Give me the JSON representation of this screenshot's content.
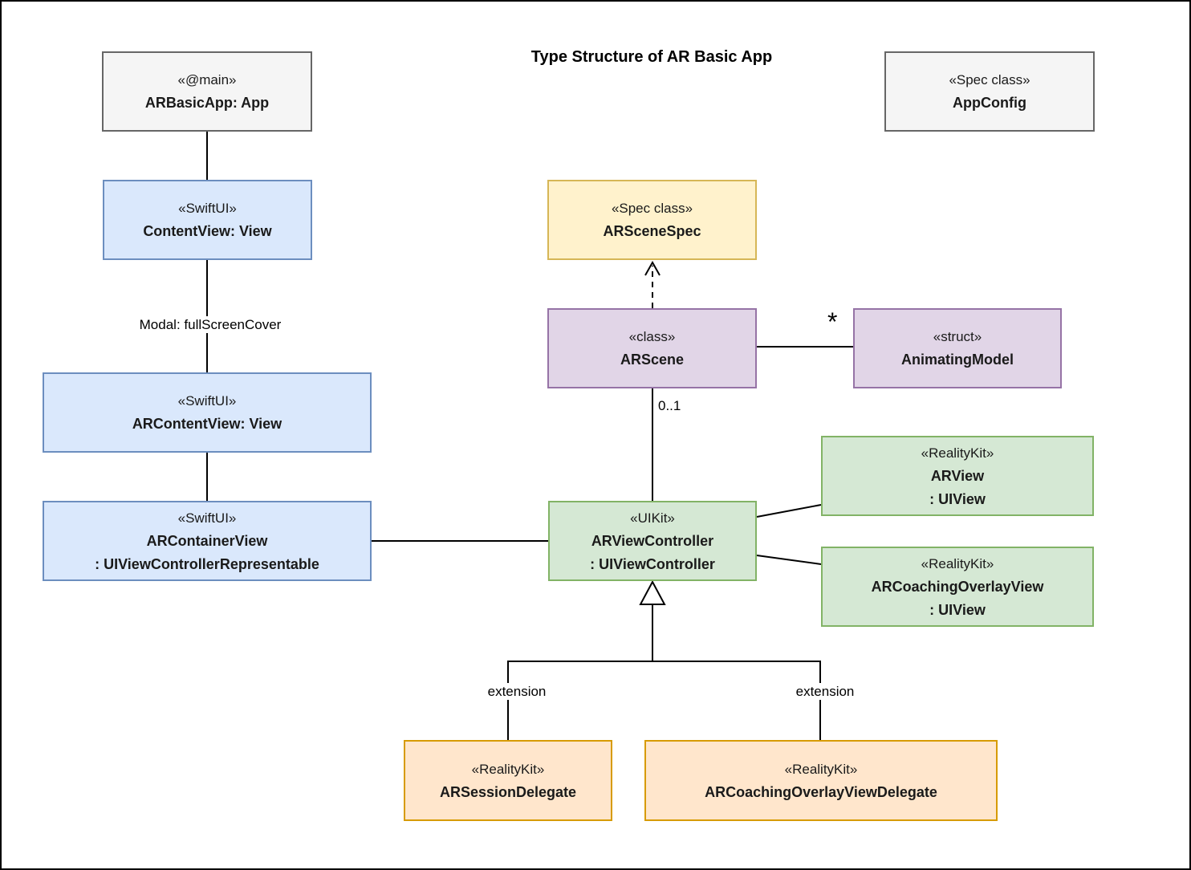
{
  "diagram": {
    "title": "Type Structure of AR Basic App",
    "themes": {
      "gray": {
        "fill": "#f5f5f5",
        "stroke": "#666666"
      },
      "blue": {
        "fill": "#dae8fc",
        "stroke": "#6c8ebf"
      },
      "yellow": {
        "fill": "#fff2cc",
        "stroke": "#d6b656"
      },
      "purple": {
        "fill": "#e1d5e7",
        "stroke": "#9673a6"
      },
      "green": {
        "fill": "#d5e8d4",
        "stroke": "#82b366"
      },
      "orange": {
        "fill": "#ffe6cc",
        "stroke": "#d79b00"
      },
      "line": {
        "stroke": "#000000"
      }
    },
    "nodes": {
      "ar_basic_app": {
        "stereotype": "«@main»",
        "name": "ARBasicApp: App"
      },
      "app_config": {
        "stereotype": "«Spec class»",
        "name": "AppConfig"
      },
      "content_view": {
        "stereotype": "«SwiftUI»",
        "name": "ContentView: View"
      },
      "ar_content_view": {
        "stereotype": "«SwiftUI»",
        "name": "ARContentView: View"
      },
      "ar_container_view": {
        "stereotype": "«SwiftUI»",
        "name": "ARContainerView",
        "conformance": ": UIViewControllerRepresentable"
      },
      "ar_scene_spec": {
        "stereotype": "«Spec class»",
        "name": "ARSceneSpec"
      },
      "ar_scene": {
        "stereotype": "«class»",
        "name": "ARScene"
      },
      "animating_model": {
        "stereotype": "«struct»",
        "name": "AnimatingModel"
      },
      "ar_view_controller": {
        "stereotype": "«UIKit»",
        "name": "ARViewController",
        "conformance": ": UIViewController"
      },
      "ar_view": {
        "stereotype": "«RealityKit»",
        "name": "ARView",
        "conformance": ": UIView"
      },
      "ar_coaching_overlay_view": {
        "stereotype": "«RealityKit»",
        "name": "ARCoachingOverlayView",
        "conformance": ": UIView"
      },
      "ar_session_delegate": {
        "stereotype": "«RealityKit»",
        "name": "ARSessionDelegate"
      },
      "ar_coaching_overlay_view_delegate": {
        "stereotype": "«RealityKit»",
        "name": "ARCoachingOverlayViewDelegate"
      }
    },
    "edge_labels": {
      "modal": "Modal: fullScreenCover",
      "multiplicity_scene": "0..1",
      "multiplicity_model": "*",
      "extension_left": "extension",
      "extension_right": "extension"
    }
  }
}
